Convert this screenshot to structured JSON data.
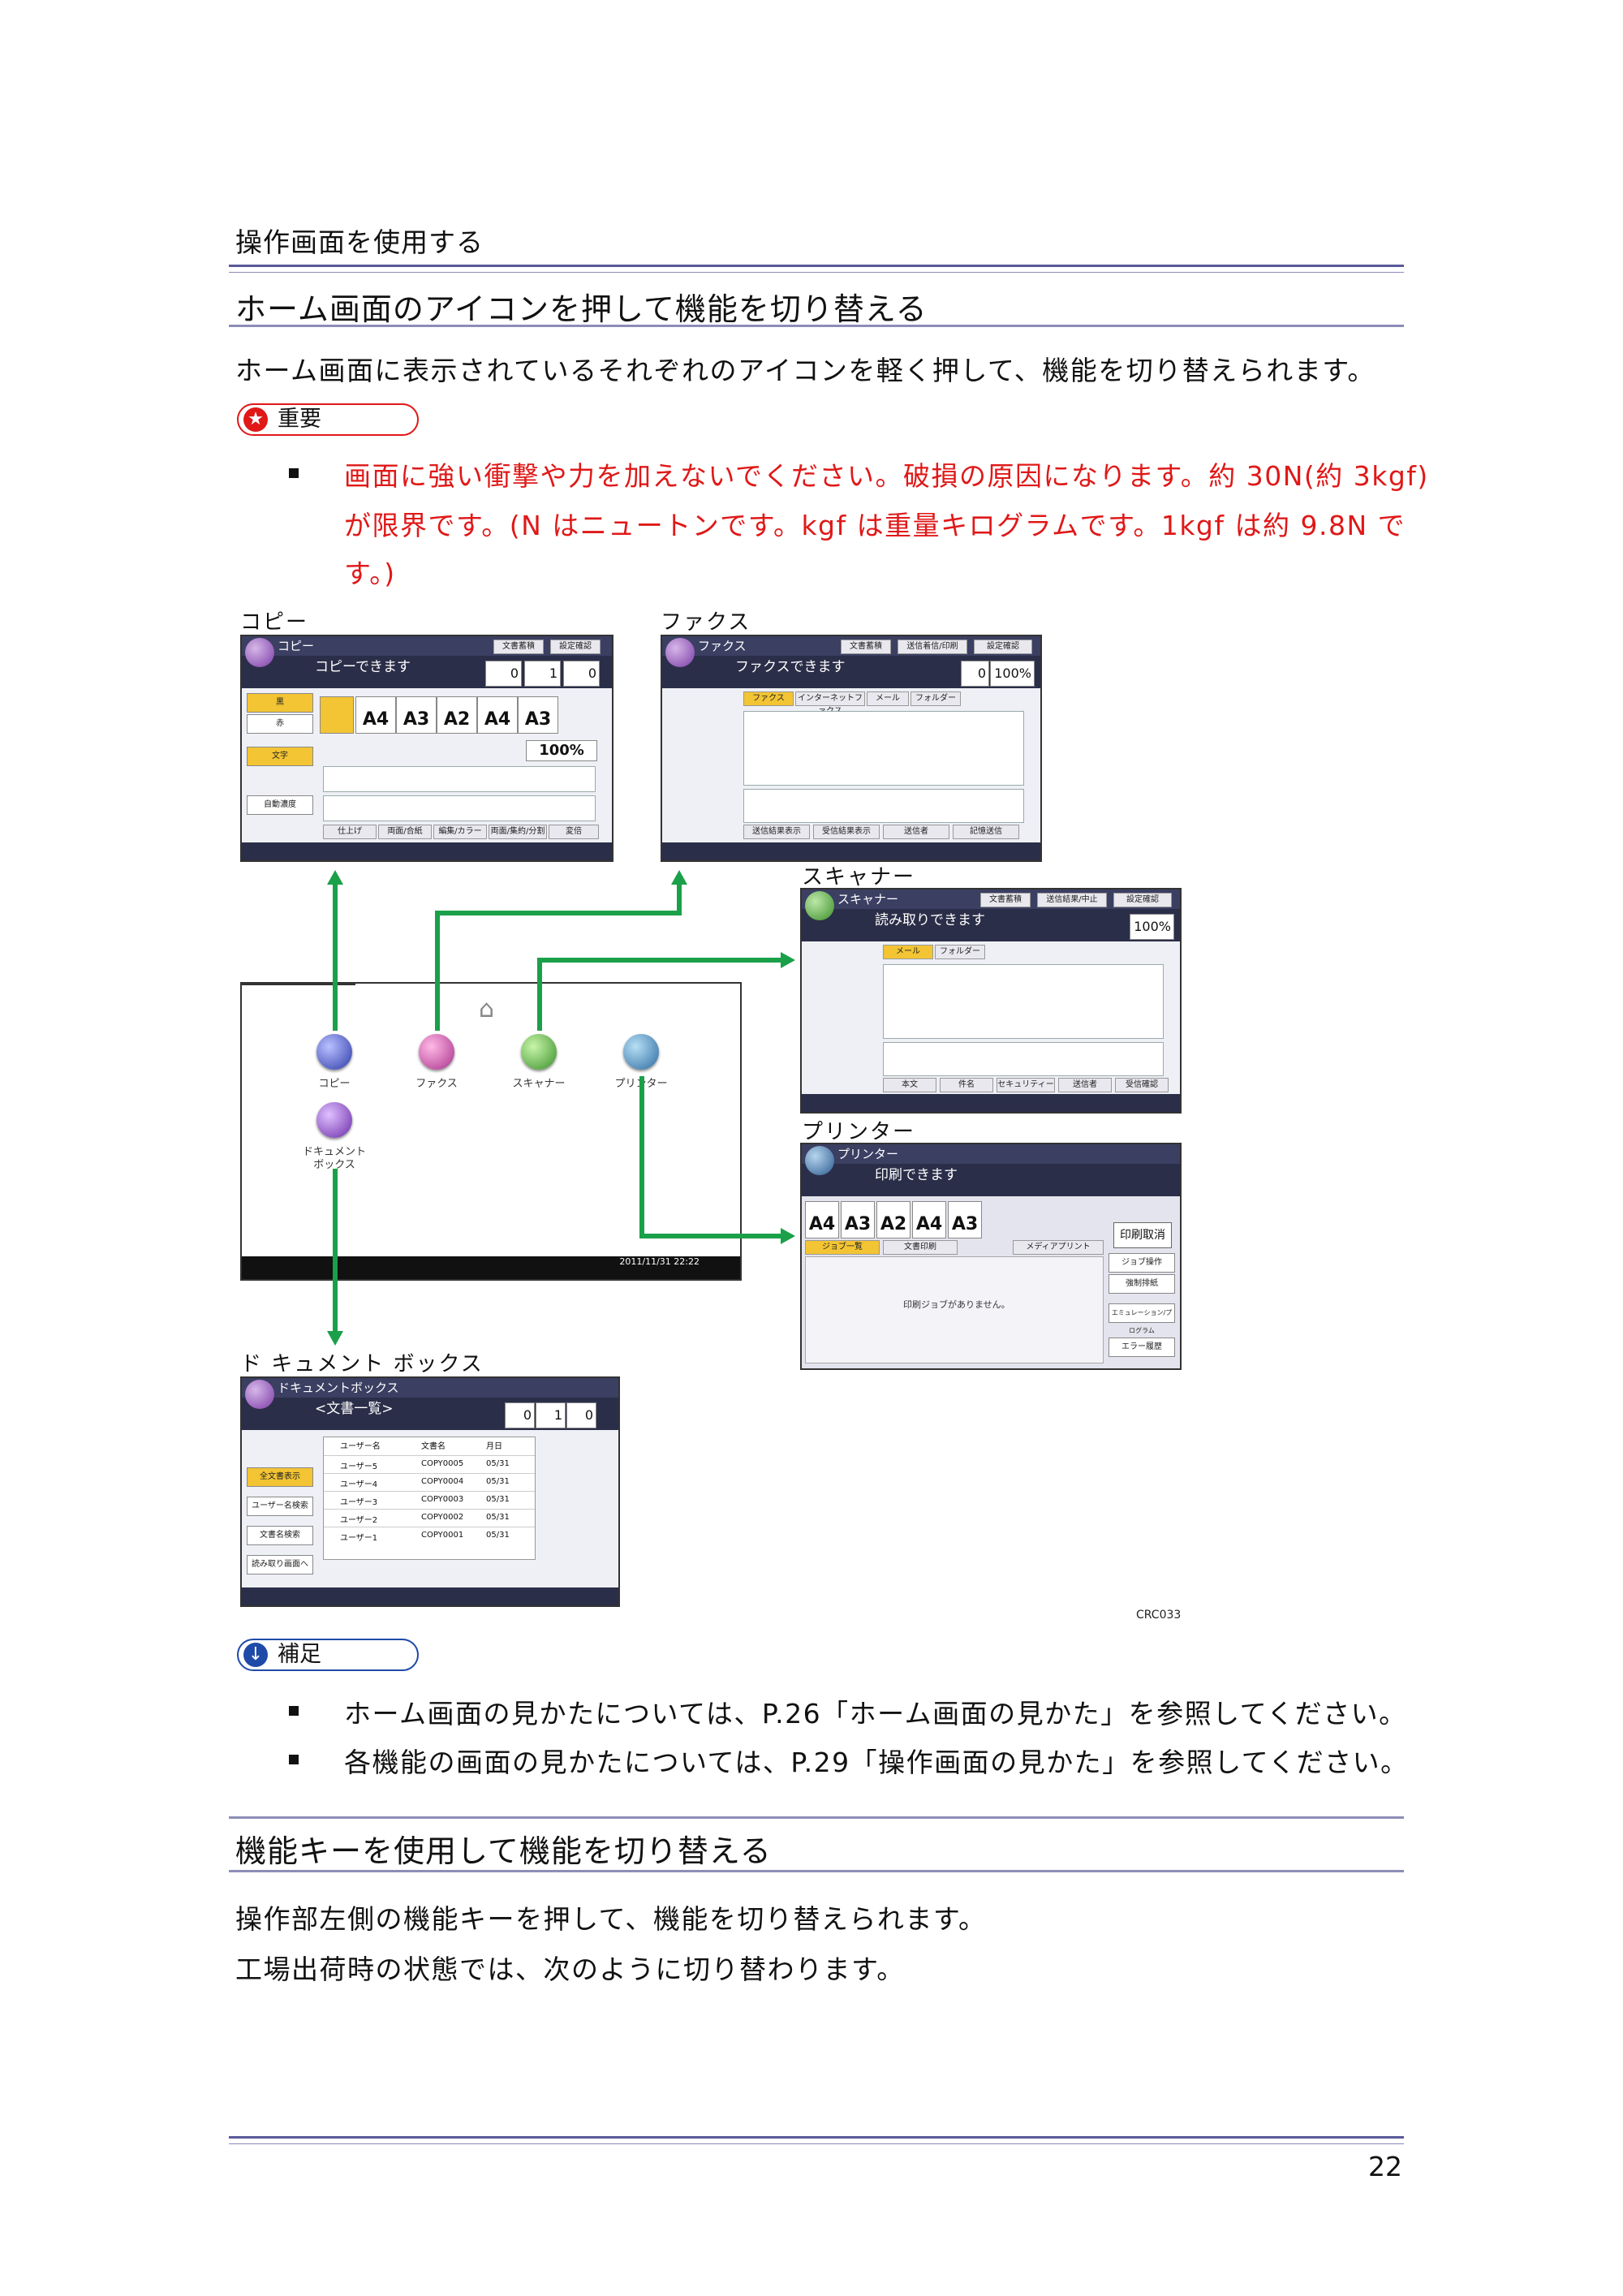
{
  "header": {
    "chapter_title": "操作画面を使用する"
  },
  "section1": {
    "title": "ホーム画面のアイコンを押して機能を切り替える",
    "intro": "ホーム画面に表示されているそれぞれのアイコンを軽く押して、機能を切り替えられます。",
    "important_label": "重要",
    "important_lines": [
      "画面に強い衝撃や力を加えないでください。破損の原因になります。約 30N(約 3kgf)",
      "が限界です。(N はニュートンです。kgf は重量キログラムです。1kgf は約 9.8N で",
      "す。)"
    ]
  },
  "figure": {
    "captions": {
      "copy": "コピー",
      "fax": "ファクス",
      "scanner": "スキャナー",
      "printer": "プリンター",
      "docbox": "ド キュメント ボックス"
    },
    "figure_id": "CRC033",
    "copy_screen": {
      "title": "コピー",
      "status": "コピーできます",
      "buttons": [
        "文書蓄積",
        "設定確認"
      ],
      "counters": [
        "0",
        "1",
        "0"
      ],
      "papers": [
        "A4",
        "A3",
        "A2",
        "A4",
        "A3"
      ],
      "ratio": "100%",
      "side": [
        "黒",
        "赤",
        "文字",
        "自動濃度"
      ],
      "bottom": [
        "仕上げ",
        "両面/合紙",
        "編集/カラー",
        "両面/集約/分割",
        "変倍"
      ]
    },
    "fax_screen": {
      "title": "ファクス",
      "status": "ファクスできます",
      "buttons": [
        "文書蓄積",
        "送信着信/印刷",
        "設定確認"
      ],
      "counter": "0",
      "zoom": "100%",
      "tabs": [
        "ファクス",
        "インターネットファクス",
        "メール",
        "フォルダー"
      ],
      "bottom": [
        "送信結果表示",
        "受信結果表示",
        "送信者",
        "記憶送信"
      ]
    },
    "scanner_screen": {
      "title": "スキャナー",
      "status": "読み取りできます",
      "buttons": [
        "文書蓄積",
        "送信結果/中止",
        "設定確認"
      ],
      "zoom": "100%",
      "tabs": [
        "メール",
        "フォルダー"
      ],
      "bottom": [
        "本文",
        "件名",
        "セキュリティー",
        "送信者",
        "受信確認"
      ]
    },
    "printer_screen": {
      "title": "プリンター",
      "status": "印刷できます",
      "papers": [
        "A4",
        "A3",
        "A2",
        "A4",
        "A3"
      ],
      "tabs": [
        "ジョブ一覧",
        "文書印刷",
        "メディアプリント"
      ],
      "cancel": "印刷取消",
      "side": [
        "ジョブ操作",
        "強制排紙",
        "エミュレーション/プログラム",
        "エラー履歴"
      ],
      "message": "印刷ジョブがありません。"
    },
    "home_screen": {
      "icons": [
        "コピー",
        "ファクス",
        "スキャナー",
        "プリンター"
      ],
      "docbox_label_1": "ドキュメント",
      "docbox_label_2": "ボックス",
      "clock": "2011/11/31 22:22"
    },
    "docbox_screen": {
      "title": "ドキュメントボックス",
      "list_title": "<文書一覧>",
      "columns": [
        "ユーザー名",
        "文書名",
        "月日"
      ],
      "rows": [
        [
          "ユーザー5",
          "COPY0005",
          "05/31"
        ],
        [
          "ユーザー4",
          "COPY0004",
          "05/31"
        ],
        [
          "ユーザー3",
          "COPY0003",
          "05/31"
        ],
        [
          "ユーザー2",
          "COPY0002",
          "05/31"
        ],
        [
          "ユーザー1",
          "COPY0001",
          "05/31"
        ]
      ],
      "side": [
        "全文書表示",
        "ユーザー名検索",
        "文書名検索",
        "読み取り画面へ"
      ],
      "counters": [
        "0",
        "1",
        "0"
      ]
    }
  },
  "supplement": {
    "label": "補足",
    "lines": [
      "ホーム画面の見かたについては、P.26「ホーム画面の見かた」を参照してください。",
      "各機能の画面の見かたについては、P.29「操作画面の見かた」を参照してください。"
    ]
  },
  "section2": {
    "title": "機能キーを使用して機能を切り替える",
    "lines": [
      "操作部左側の機能キーを押して、機能を切り替えられます。",
      "工場出荷時の状態では、次のように切り替わります。"
    ]
  },
  "footer": {
    "page_number": "22"
  },
  "colors": {
    "rule": "#5a5a9a",
    "important_text": "#e01818",
    "arrow": "#1ba04a",
    "label_border": "#1f4aa8"
  }
}
